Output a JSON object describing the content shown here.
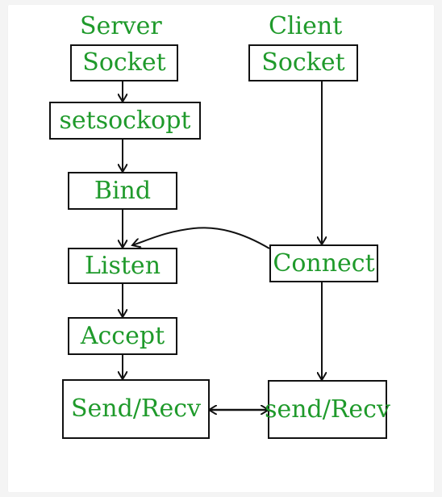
{
  "diagram": {
    "server_title": "Server",
    "client_title": "Client",
    "server_steps": {
      "socket": "Socket",
      "setsockopt": "setsockopt",
      "bind": "Bind",
      "listen": "Listen",
      "accept": "Accept",
      "send_recv": "Send/Recv"
    },
    "client_steps": {
      "socket": "Socket",
      "connect": "Connect",
      "send_recv": "send/Recv"
    }
  },
  "colors": {
    "text": "#1f9a2b",
    "border": "#111111",
    "background": "#ffffff",
    "page": "#f4f4f4"
  }
}
